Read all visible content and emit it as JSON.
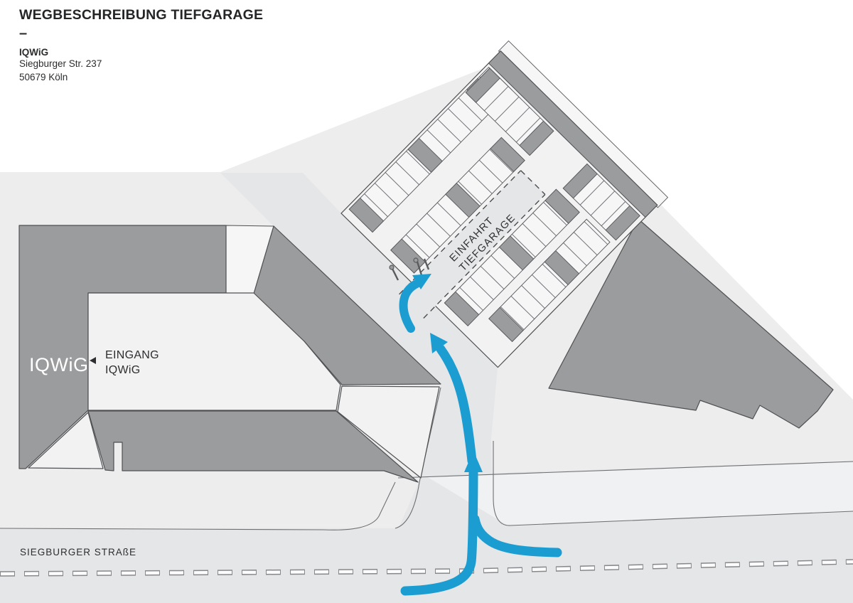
{
  "header": {
    "title": "WEGBESCHREIBUNG TIEFGARAGE",
    "dash": "–",
    "org_name": "IQWiG",
    "address_street": "Siegburger Str. 237",
    "address_city": "50679 Köln"
  },
  "map": {
    "street_label": "SIEGBURGER STRAßE",
    "building_logo": "IQWiG",
    "entrance_label_line1": "EINGANG",
    "entrance_label_line2": "IQWiG",
    "garage_label_line1": "EINFAHRT",
    "garage_label_line2": "TIEFGARAGE"
  },
  "colors": {
    "accent_blue": "#1b9dd2",
    "building_gray": "#9b9c9e",
    "ground": "#ededee",
    "road": "#e5e6e8",
    "sidewalk": "#f0f1f2",
    "surface": "#f2f2f3",
    "white_area": "#f6f6f7",
    "stall_fill": "#f6f6f7",
    "outline": "#4f5052",
    "line_gray": "#6f7073",
    "divider": "#63646a",
    "text_dark": "#2e2e30",
    "logo_white": "#ffffff"
  }
}
